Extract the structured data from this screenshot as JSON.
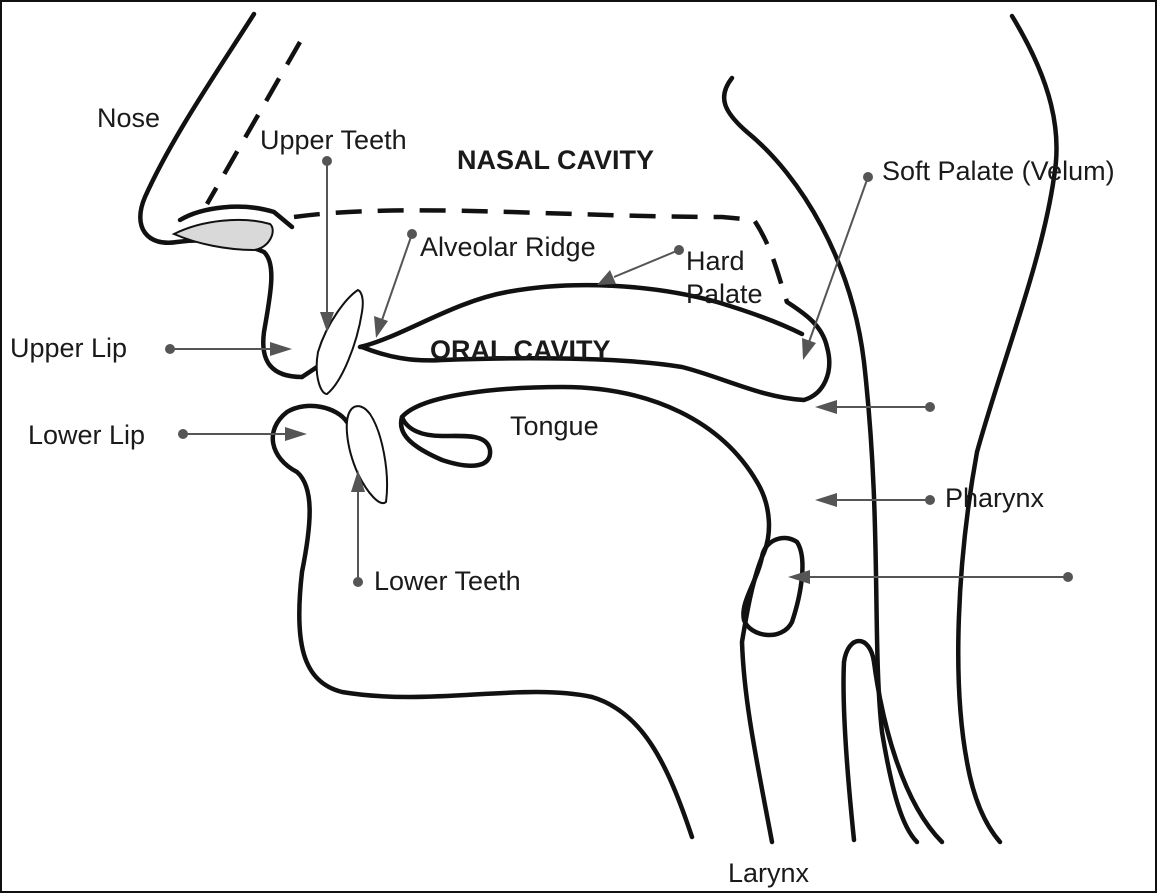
{
  "diagram": {
    "labels": {
      "nose": "Nose",
      "upper_teeth": "Upper Teeth",
      "nasal_cavity": "NASAL CAVITY",
      "soft_palate": "Soft Palate (Velum)",
      "alveolar_ridge": "Alveolar Ridge",
      "hard_palate_line1": "Hard",
      "hard_palate_line2": "Palate",
      "upper_lip": "Upper Lip",
      "oral_cavity": "ORAL CAVITY",
      "lower_lip": "Lower Lip",
      "tongue": "Tongue",
      "pharynx": "Pharynx",
      "lower_teeth": "Lower Teeth",
      "larynx": "Larynx"
    },
    "colors": {
      "outline": "#111111",
      "pointer": "#555555",
      "nostril_fill": "#d9d9d9"
    }
  }
}
